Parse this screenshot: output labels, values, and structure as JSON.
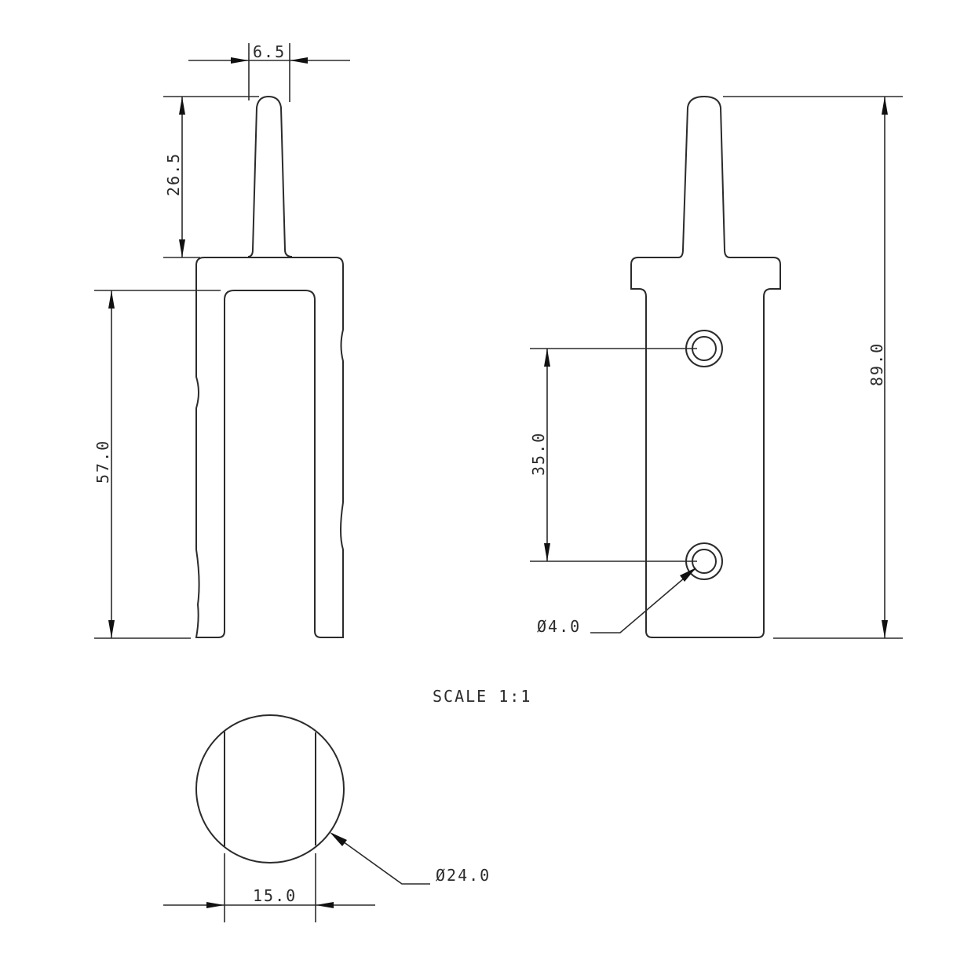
{
  "drawing": {
    "scale_label": "SCALE  1:1",
    "front_view": {
      "dim_tip_width": "6.5",
      "dim_tip_height": "26.5",
      "dim_slot_depth": "57.0"
    },
    "side_view": {
      "dim_overall_height": "89.0",
      "dim_hole_spacing": "35.0",
      "dim_hole_diameter": "Ø4.0"
    },
    "top_view": {
      "dim_diameter": "Ø24.0",
      "dim_flat_width": "15.0"
    }
  },
  "colors": {
    "line": "#2b2b2b",
    "background": "#ffffff"
  }
}
